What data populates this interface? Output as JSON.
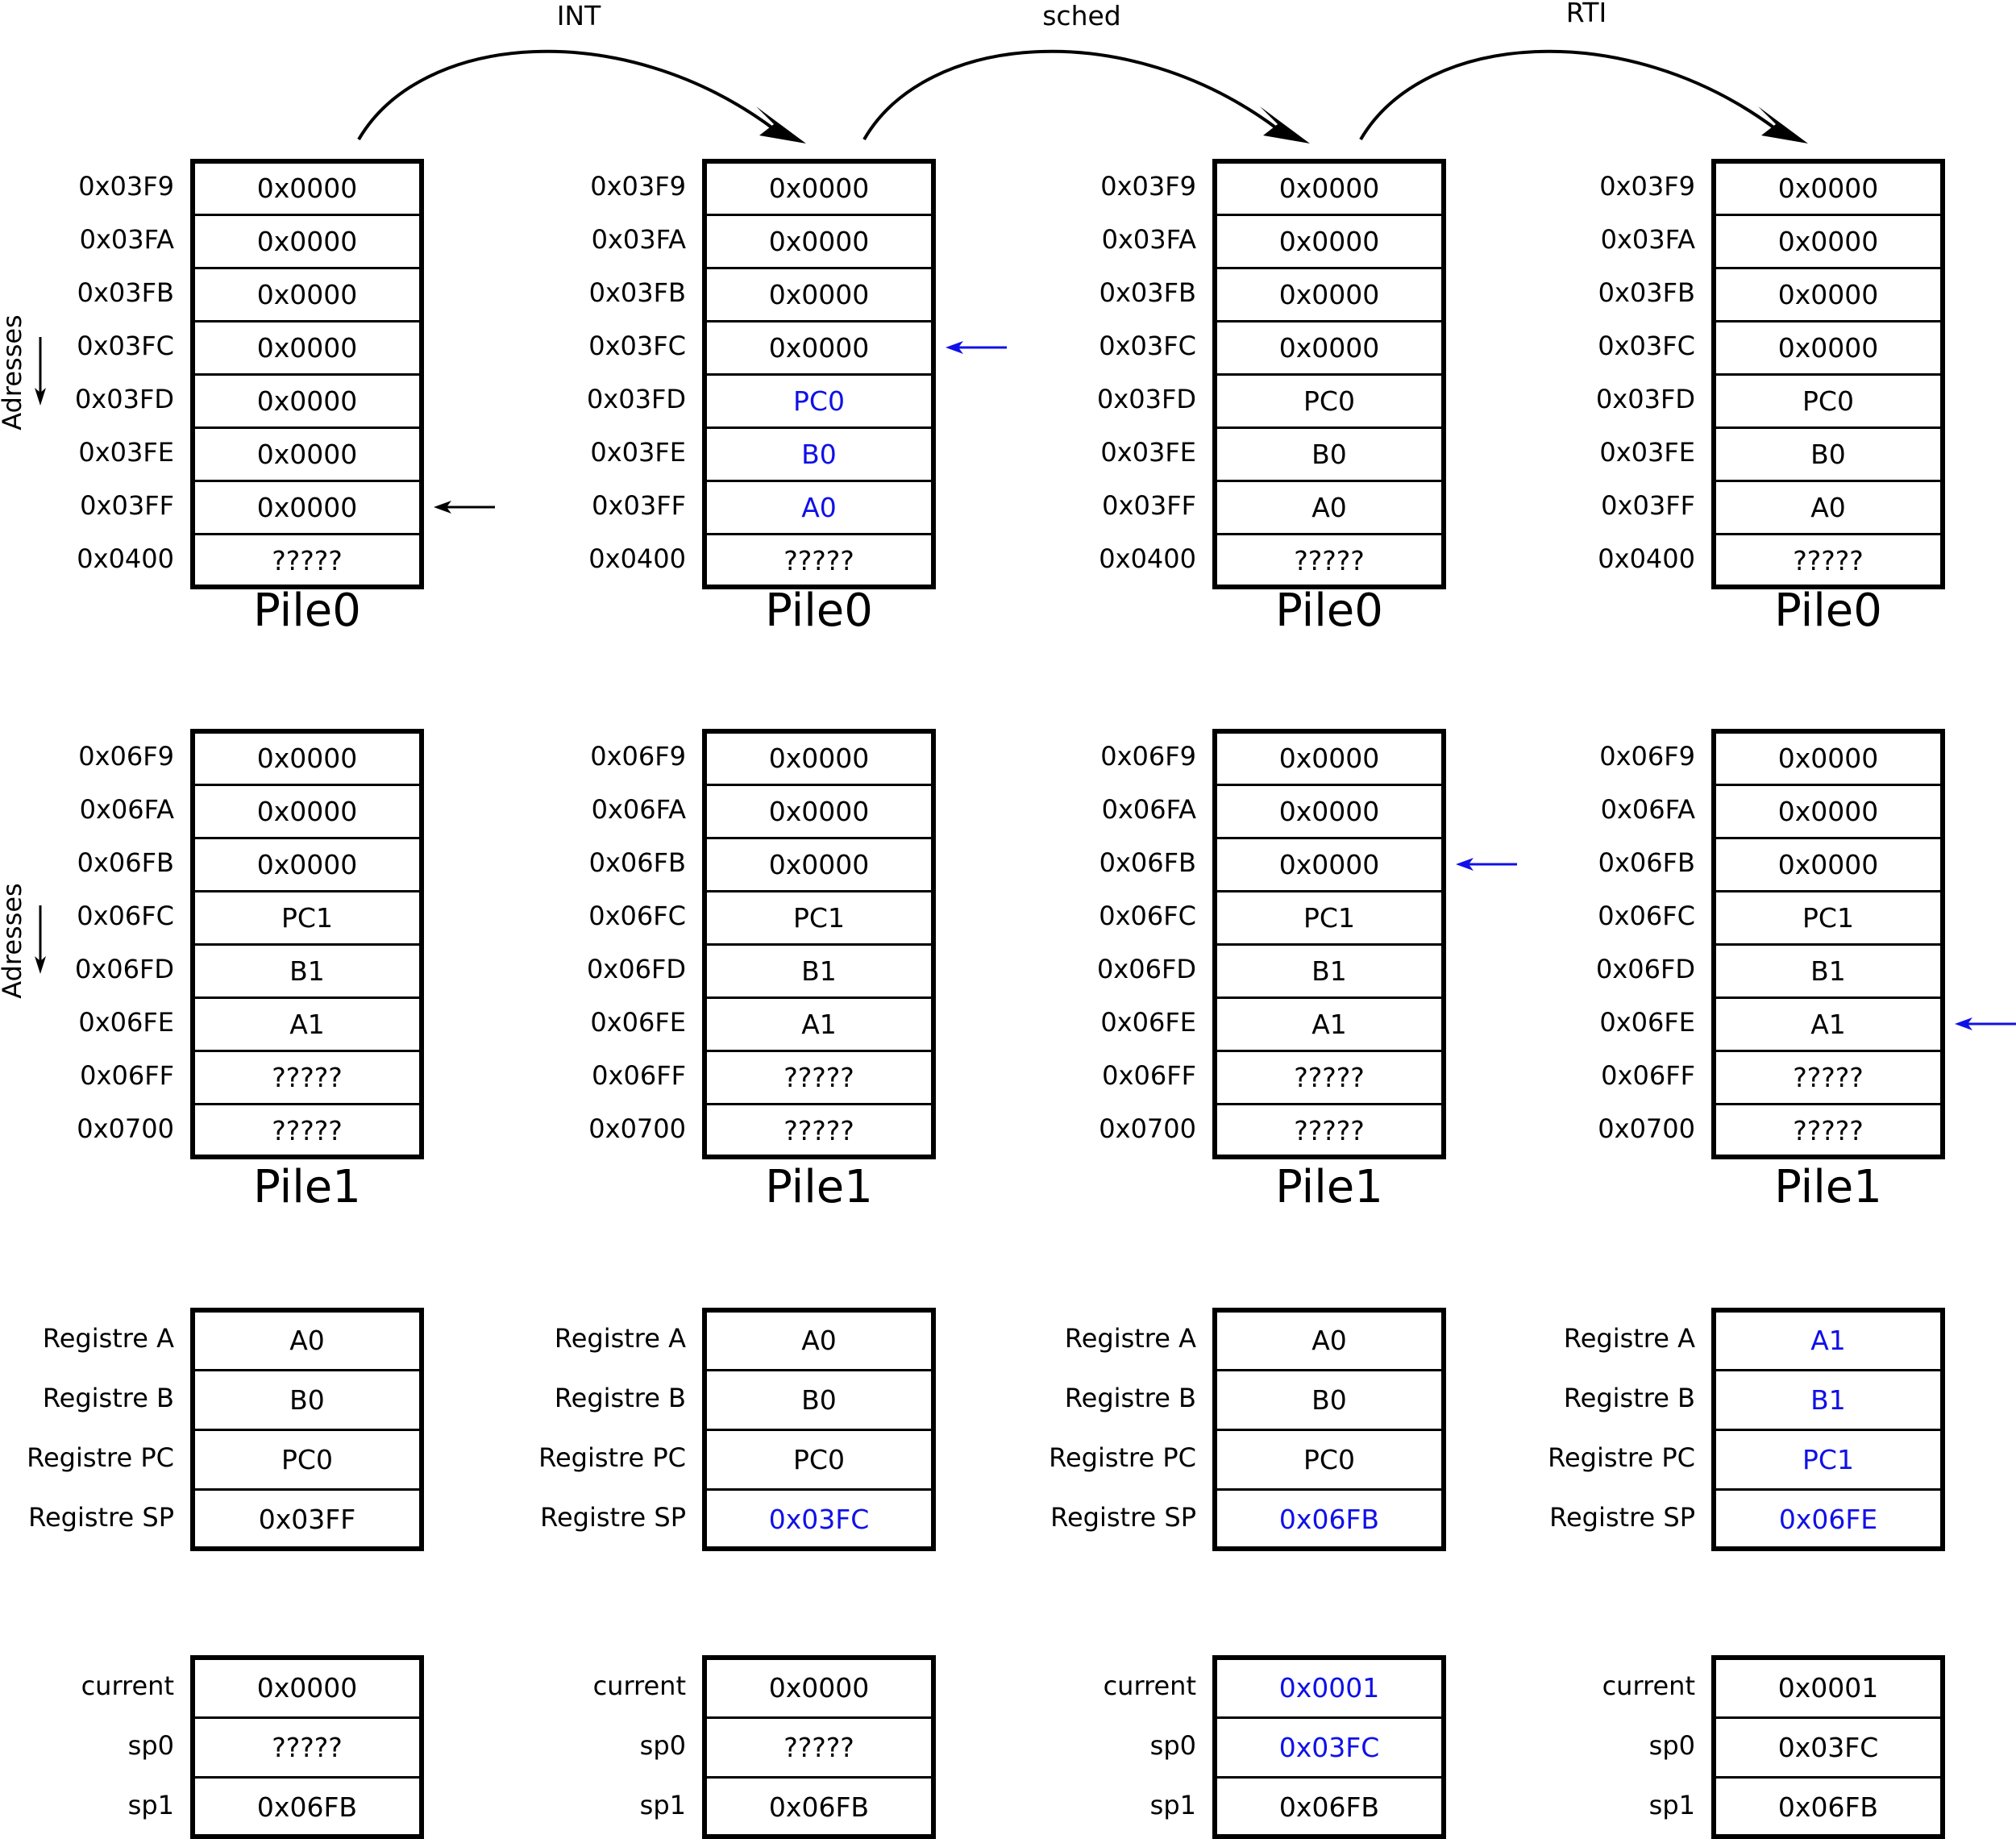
{
  "transitions": [
    "INT",
    "sched",
    "RTI"
  ],
  "addresses_label": "Adresses",
  "stack0": {
    "title": "Pile0",
    "addresses": [
      "0x03F9",
      "0x03FA",
      "0x03FB",
      "0x03FC",
      "0x03FD",
      "0x03FE",
      "0x03FF",
      "0x0400"
    ]
  },
  "stack1": {
    "title": "Pile1",
    "addresses": [
      "0x06F9",
      "0x06FA",
      "0x06FB",
      "0x06FC",
      "0x06FD",
      "0x06FE",
      "0x06FF",
      "0x0700"
    ]
  },
  "register_labels": [
    "Registre A",
    "Registre B",
    "Registre PC",
    "Registre SP"
  ],
  "var_labels": [
    "current",
    "sp0",
    "sp1"
  ],
  "highlight_color": "#1010e8",
  "pointer_color_default": "#000000",
  "columns": [
    {
      "stack0": [
        "0x0000",
        "0x0000",
        "0x0000",
        "0x0000",
        "0x0000",
        "0x0000",
        "0x0000",
        "?????"
      ],
      "stack0_highlight": [],
      "stack0_pointer_row": 6,
      "stack0_pointer_highlight": false,
      "stack1": [
        "0x0000",
        "0x0000",
        "0x0000",
        "PC1",
        "B1",
        "A1",
        "?????",
        "?????"
      ],
      "stack1_highlight": [],
      "stack1_pointer_row": null,
      "registers": [
        "A0",
        "B0",
        "PC0",
        "0x03FF"
      ],
      "registers_highlight": [],
      "vars": [
        "0x0000",
        "?????",
        "0x06FB"
      ],
      "vars_highlight": []
    },
    {
      "stack0": [
        "0x0000",
        "0x0000",
        "0x0000",
        "0x0000",
        "PC0",
        "B0",
        "A0",
        "?????"
      ],
      "stack0_highlight": [
        4,
        5,
        6
      ],
      "stack0_pointer_row": 3,
      "stack0_pointer_highlight": true,
      "stack1": [
        "0x0000",
        "0x0000",
        "0x0000",
        "PC1",
        "B1",
        "A1",
        "?????",
        "?????"
      ],
      "stack1_highlight": [],
      "stack1_pointer_row": null,
      "registers": [
        "A0",
        "B0",
        "PC0",
        "0x03FC"
      ],
      "registers_highlight": [
        3
      ],
      "vars": [
        "0x0000",
        "?????",
        "0x06FB"
      ],
      "vars_highlight": []
    },
    {
      "stack0": [
        "0x0000",
        "0x0000",
        "0x0000",
        "0x0000",
        "PC0",
        "B0",
        "A0",
        "?????"
      ],
      "stack0_highlight": [],
      "stack0_pointer_row": null,
      "stack1": [
        "0x0000",
        "0x0000",
        "0x0000",
        "PC1",
        "B1",
        "A1",
        "?????",
        "?????"
      ],
      "stack1_highlight": [],
      "stack1_pointer_row": 2,
      "stack1_pointer_highlight": true,
      "registers": [
        "A0",
        "B0",
        "PC0",
        "0x06FB"
      ],
      "registers_highlight": [
        3
      ],
      "vars": [
        "0x0001",
        "0x03FC",
        "0x06FB"
      ],
      "vars_highlight": [
        0,
        1
      ]
    },
    {
      "stack0": [
        "0x0000",
        "0x0000",
        "0x0000",
        "0x0000",
        "PC0",
        "B0",
        "A0",
        "?????"
      ],
      "stack0_highlight": [],
      "stack0_pointer_row": null,
      "stack1": [
        "0x0000",
        "0x0000",
        "0x0000",
        "PC1",
        "B1",
        "A1",
        "?????",
        "?????"
      ],
      "stack1_highlight": [],
      "stack1_pointer_row": 5,
      "stack1_pointer_highlight": true,
      "registers": [
        "A1",
        "B1",
        "PC1",
        "0x06FE"
      ],
      "registers_highlight": [
        0,
        1,
        2,
        3
      ],
      "vars": [
        "0x0001",
        "0x03FC",
        "0x06FB"
      ],
      "vars_highlight": []
    }
  ]
}
